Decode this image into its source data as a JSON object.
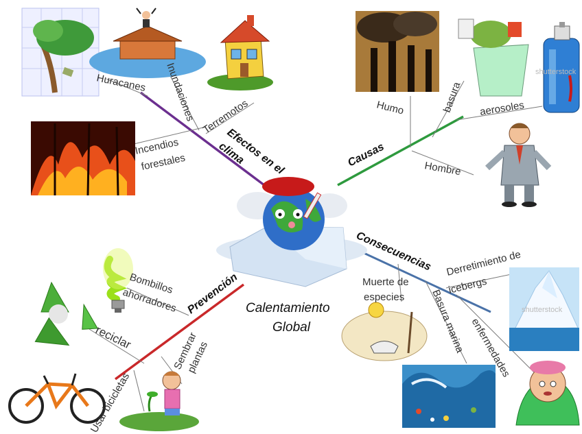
{
  "center": {
    "line1": "Calentamiento",
    "line2": "Global"
  },
  "branches": {
    "efectos": {
      "label_line1": "Efectos en el",
      "label_line2": "clima",
      "color": "#6b2f8f"
    },
    "causas": {
      "label": "Causas",
      "color": "#2e9a3e"
    },
    "consecuencias": {
      "label": "Consecuencias",
      "color": "#4a72a8"
    },
    "prevencion": {
      "label": "Prevención",
      "color": "#c9282a"
    }
  },
  "efectos_items": {
    "huracanes": "Huracanes",
    "inundaciones": "Inundaciones",
    "terremotos": "Terremotos",
    "incendios_1": "Incendios",
    "incendios_2": "forestales"
  },
  "causas_items": {
    "humo": "Humo",
    "basura": "basura",
    "aerosoles": "aerosoles",
    "hombre": "Hombre"
  },
  "consecuencias_items": {
    "derretimiento_1": "Derretimiento de",
    "derretimiento_2": "icebergs",
    "muerte_1": "Muerte de",
    "muerte_2": "especies",
    "basura_marina": "Basura marina",
    "enfermedades": "enfermedades"
  },
  "prevencion_items": {
    "bombillos_1": "Bombillos",
    "bombillos_2": "ahorradores",
    "reciclar": "reciclar",
    "sembrar_1": "Sembrar",
    "sembrar_2": "plantas",
    "bicicletas": "Usar bicicletas"
  },
  "watermarks": {
    "shutter": "shutterstock"
  },
  "icons": [
    "hurricane-icon",
    "flooded-house-icon",
    "earthquake-house-icon",
    "forest-fire-icon",
    "smokestacks-icon",
    "trash-bin-icon",
    "aerosol-can-icon",
    "businessman-icon",
    "sick-earth-icon",
    "iceberg-icon",
    "dead-species-icon",
    "ocean-waste-icon",
    "sick-person-icon",
    "light-bulb-icon",
    "recycle-icon",
    "bicycle-icon",
    "planting-child-icon"
  ]
}
